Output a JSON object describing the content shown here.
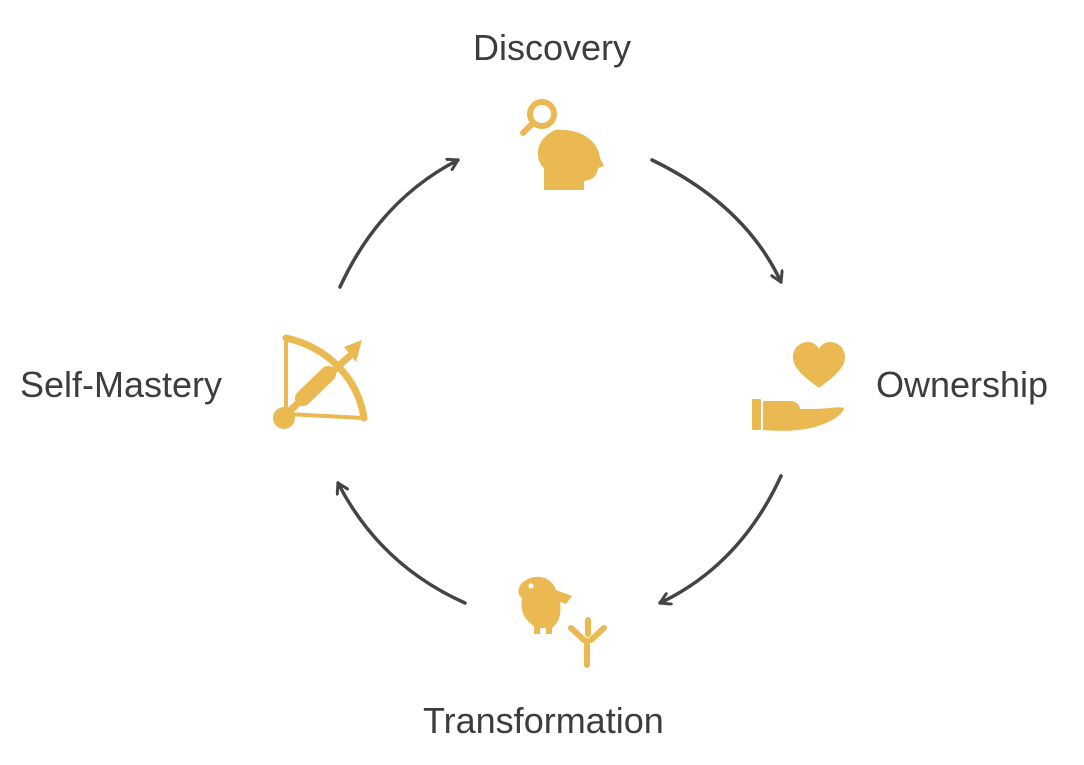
{
  "diagram": {
    "type": "cycle",
    "accent_color": "#ebb951",
    "arrow_color": "#444444",
    "stages": [
      {
        "label": "Discovery",
        "icon": "head-magnifier-icon"
      },
      {
        "label": "Ownership",
        "icon": "hand-heart-icon"
      },
      {
        "label": "Transformation",
        "icon": "bird-footprint-icon"
      },
      {
        "label": "Self-Mastery",
        "icon": "bow-arrow-icon"
      }
    ]
  }
}
